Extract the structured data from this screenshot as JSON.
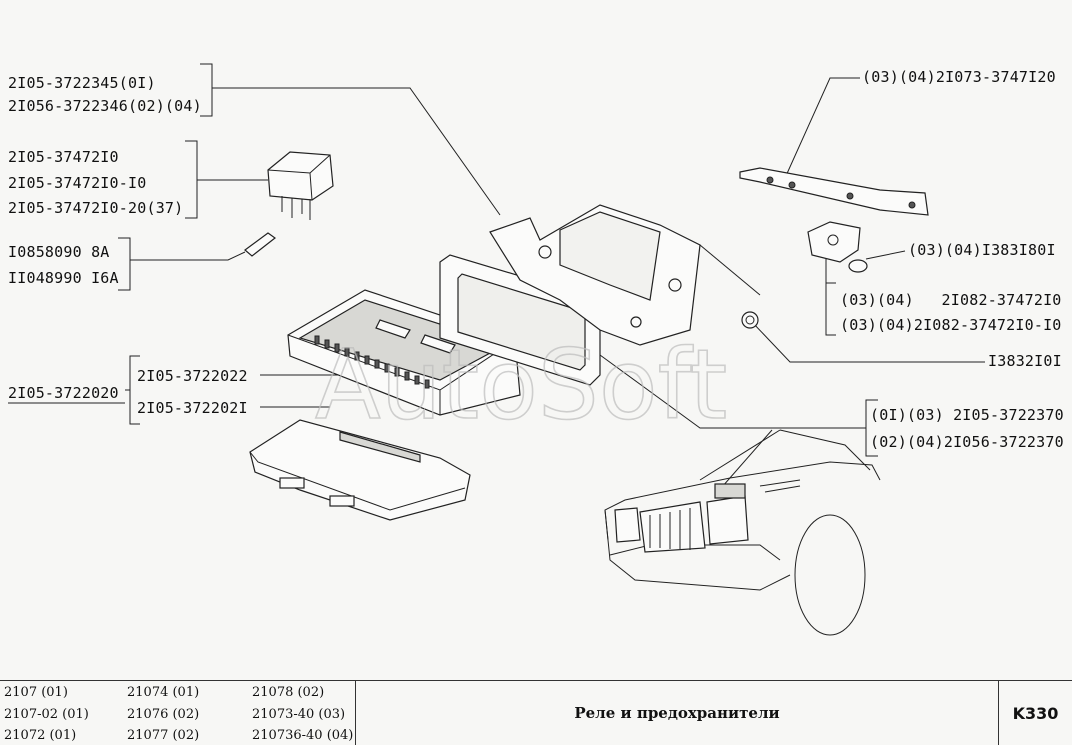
{
  "watermark": "AutoSoft",
  "labels": {
    "relay_group_1": [
      "2I05-3722345(0I)",
      "2I056-3722346(02)(04)"
    ],
    "relay_group_2": [
      "2I05-37472I0",
      "2I05-37472I0-I0",
      "2I05-37472I0-20(37)"
    ],
    "fuses": [
      "I0858090 8A",
      "II048990 I6A"
    ],
    "fuse_box": "2I05-3722020",
    "fuse_box_parts": [
      "2I05-3722022",
      "2I05-372202I"
    ],
    "bracket": "(03)(04)2I073-3747I20",
    "nut": "(03)(04)I383I80I",
    "relay_group_3": [
      "(03)(04)   2I082-37472I0",
      "(03)(04)2I082-37472I0-I0"
    ],
    "washer": "I3832I0I",
    "cover_group": [
      "(0I)(03) 2I05-3722370",
      "(02)(04)2I056-3722370"
    ]
  },
  "footer": {
    "models": [
      [
        "2107 (01)",
        "21074 (01)",
        "21078 (02)"
      ],
      [
        "2107-02 (01)",
        "21076 (02)",
        "21073-40 (03)"
      ],
      [
        "21072 (01)",
        "21077 (02)",
        "210736-40 (04)"
      ]
    ],
    "title": "Реле и предохранители",
    "code": "K330"
  }
}
